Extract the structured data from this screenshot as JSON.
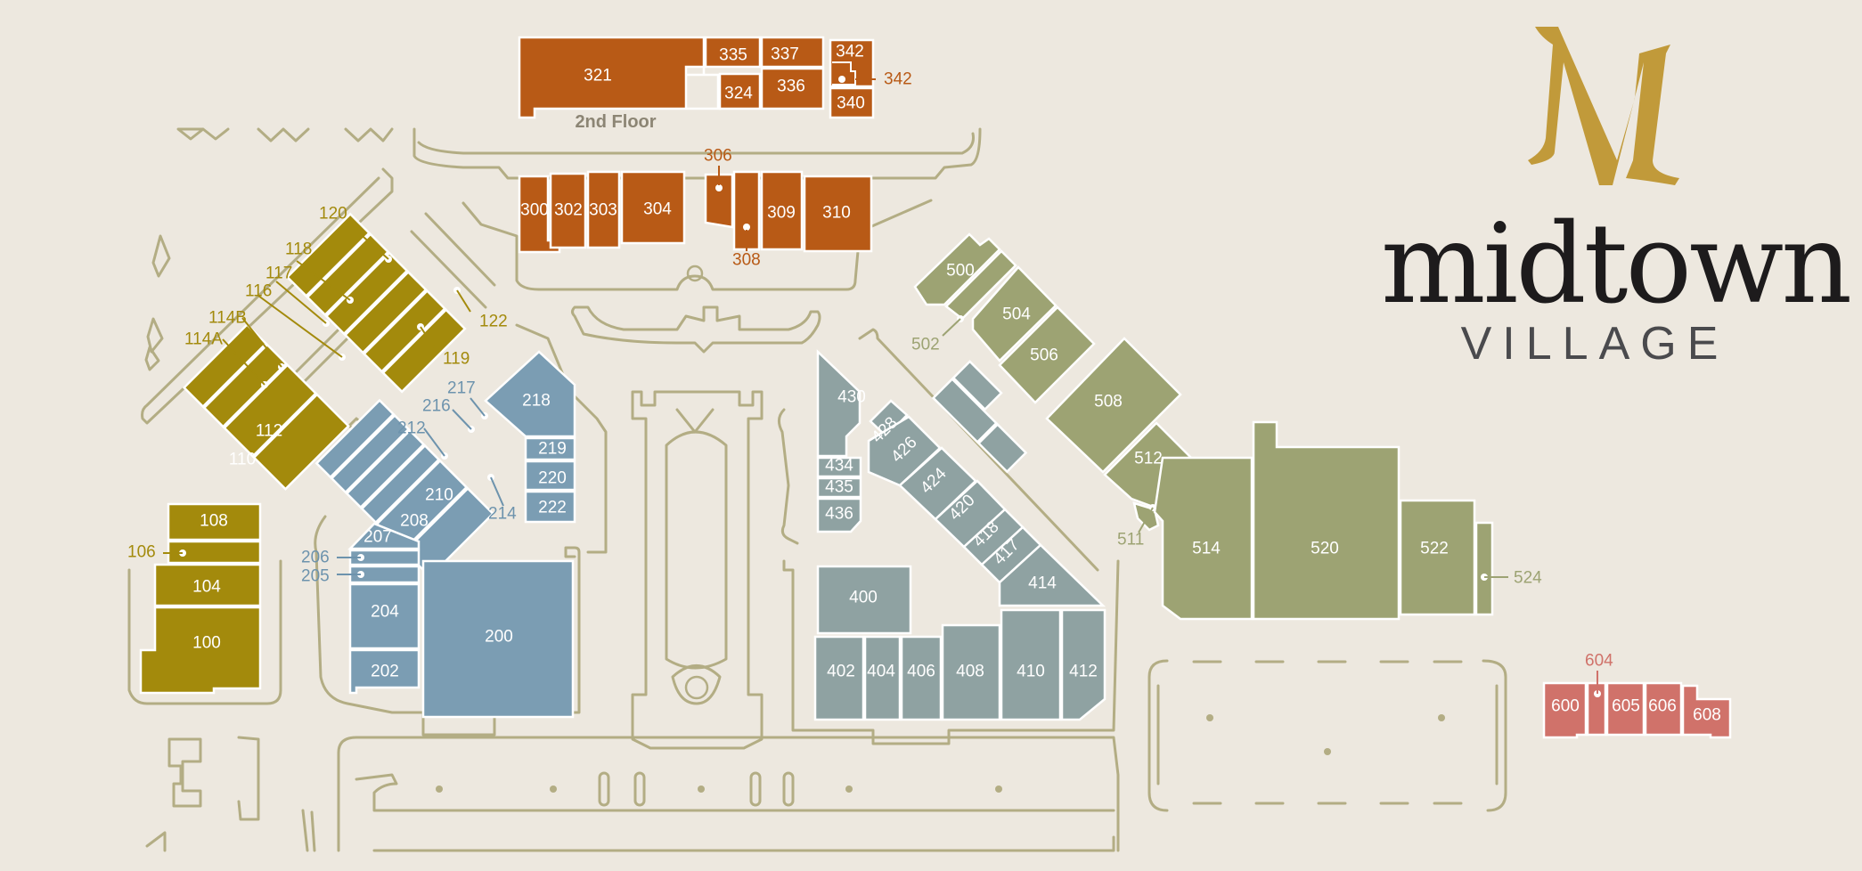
{
  "brand": {
    "wordmark": "midtown",
    "subtitle": "VILLAGE",
    "monogram": "M",
    "colors": {
      "gold": "#c19a3a",
      "text": "#1d1b1c",
      "sub": "#4a4a4d"
    }
  },
  "floor_label": "2nd Floor",
  "colors": {
    "background": "#ede8df",
    "orange": "#b85a16",
    "gold": "#a38a0c",
    "blue": "#7b9db3",
    "slate": "#8fa2a2",
    "olive": "#9da373",
    "red": "#d0726a",
    "roads": "#b3ad84"
  },
  "units": {
    "u100": "100",
    "u104": "104",
    "u108": "108",
    "u110": "110",
    "u112": "112",
    "u200": "200",
    "u202": "202",
    "u204": "204",
    "u207": "207",
    "u208": "208",
    "u210": "210",
    "u218": "218",
    "u219": "219",
    "u220": "220",
    "u222": "222",
    "u300": "300",
    "u302": "302",
    "u303": "303",
    "u304": "304",
    "u309": "309",
    "u310": "310",
    "u321": "321",
    "u324": "324",
    "u335": "335",
    "u336": "336",
    "u337": "337",
    "u340": "340",
    "u342": "342",
    "u400": "400",
    "u402": "402",
    "u404": "404",
    "u406": "406",
    "u408": "408",
    "u410": "410",
    "u412": "412",
    "u414": "414",
    "u417": "417",
    "u418": "418",
    "u420": "420",
    "u424": "424",
    "u426": "426",
    "u428": "428",
    "u430": "430",
    "u434": "434",
    "u435": "435",
    "u436": "436",
    "u500": "500",
    "u504": "504",
    "u506": "506",
    "u508": "508",
    "u512": "512",
    "u514": "514",
    "u520": "520",
    "u522": "522",
    "u600": "600",
    "u605": "605",
    "u606": "606",
    "u608": "608"
  },
  "callouts": {
    "c106": "106",
    "c114A": "114A",
    "c114B": "114B",
    "c116": "116",
    "c117": "117",
    "c118": "118",
    "c119": "119",
    "c120": "120",
    "c122": "122",
    "c205": "205",
    "c206": "206",
    "c212": "212",
    "c214": "214",
    "c216": "216",
    "c217": "217",
    "c306": "306",
    "c308": "308",
    "c342": "342",
    "c502": "502",
    "c511": "511",
    "c524": "524",
    "c604": "604"
  }
}
